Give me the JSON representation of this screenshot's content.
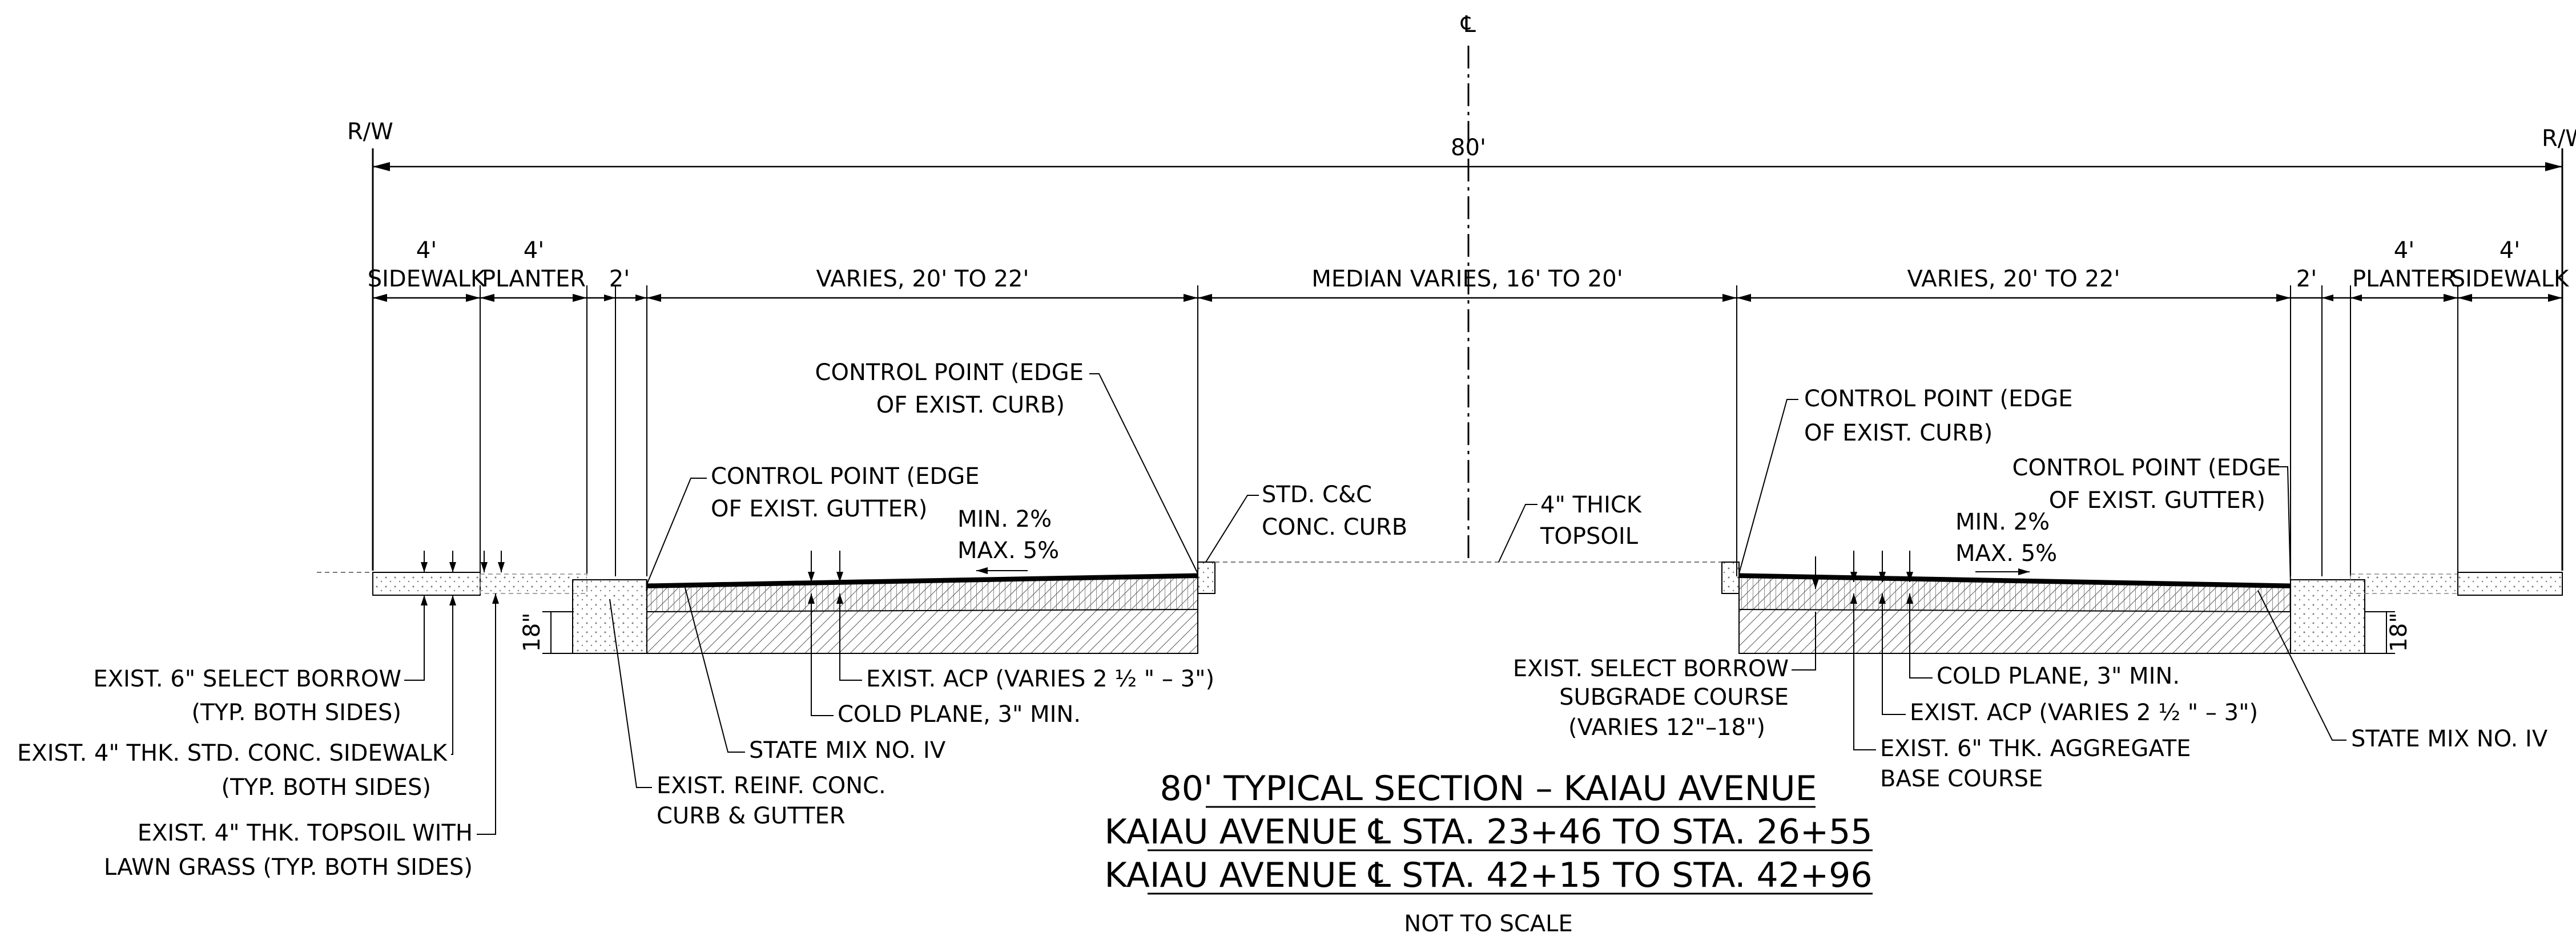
{
  "drawing": {
    "centerline_symbol": "℄",
    "row_left": "R/W",
    "row_right": "R/W",
    "overall_width": "80'",
    "left_dims": {
      "sidewalk_width": "4'",
      "sidewalk": "SIDEWALK",
      "planter_width": "4'",
      "planter": "PLANTER",
      "gutter": "2'",
      "lanes": "VARIES, 20' TO 22'"
    },
    "median": "MEDIAN VARIES, 16' TO 20'",
    "right_dims": {
      "lanes": "VARIES, 20' TO 22'",
      "gutter": "2'",
      "planter_width": "4'",
      "planter": "PLANTER",
      "sidewalk_width": "4'",
      "sidewalk": "SIDEWALK"
    },
    "depth_left": "18\"",
    "depth_right": "18\"",
    "notes_left": {
      "cp_curb_1": "CONTROL POINT (EDGE",
      "cp_curb_2": "OF EXIST. CURB)",
      "cp_gutter_1": "CONTROL POINT (EDGE",
      "cp_gutter_2": "OF EXIST. GUTTER)",
      "slope_min": "MIN. 2%",
      "slope_max": "MAX. 5%",
      "std_curb_1": "STD. C&C",
      "std_curb_2": "CONC. CURB",
      "borrow_1": "EXIST. 6\" SELECT BORROW",
      "borrow_2": "(TYP. BOTH SIDES)",
      "sidewalk_1": "EXIST. 4\" THK. STD. CONC. SIDEWALK",
      "sidewalk_2": "(TYP. BOTH SIDES)",
      "topsoil_1": "EXIST. 4\" THK. TOPSOIL WITH",
      "topsoil_2": "LAWN GRASS (TYP. BOTH SIDES)",
      "curb_gutter_1": "EXIST. REINF. CONC.",
      "curb_gutter_2": "CURB & GUTTER",
      "state_mix": "STATE MIX NO. IV",
      "cold_plane": "COLD PLANE, 3\" MIN.",
      "acp": "EXIST. ACP (VARIES 2 ½ \" – 3\")"
    },
    "notes_median": {
      "topsoil_1": "4\" THICK",
      "topsoil_2": "TOPSOIL"
    },
    "notes_right": {
      "cp_curb_1": "CONTROL POINT (EDGE",
      "cp_curb_2": "OF EXIST. CURB)",
      "cp_gutter_1": "CONTROL POINT (EDGE",
      "cp_gutter_2": "OF EXIST. GUTTER)",
      "slope_min": "MIN. 2%",
      "slope_max": "MAX. 5%",
      "borrow_1": "EXIST. SELECT BORROW",
      "borrow_2": "SUBGRADE COURSE",
      "borrow_3": "(VARIES 12\"–18\")",
      "cold_plane": "COLD PLANE, 3\" MIN.",
      "acp": "EXIST. ACP (VARIES 2 ½ \" – 3\")",
      "base_1": "EXIST. 6\" THK. AGGREGATE",
      "base_2": "BASE COURSE",
      "state_mix": "STATE MIX NO. IV"
    },
    "title_1": "80' TYPICAL SECTION – KAIAU AVENUE",
    "title_2": "KAIAU AVENUE ℄ STA. 23+46 TO STA. 26+55",
    "title_3": "KAIAU AVENUE ℄ STA. 42+15 TO STA. 42+96",
    "scale_note": "NOT TO SCALE"
  }
}
